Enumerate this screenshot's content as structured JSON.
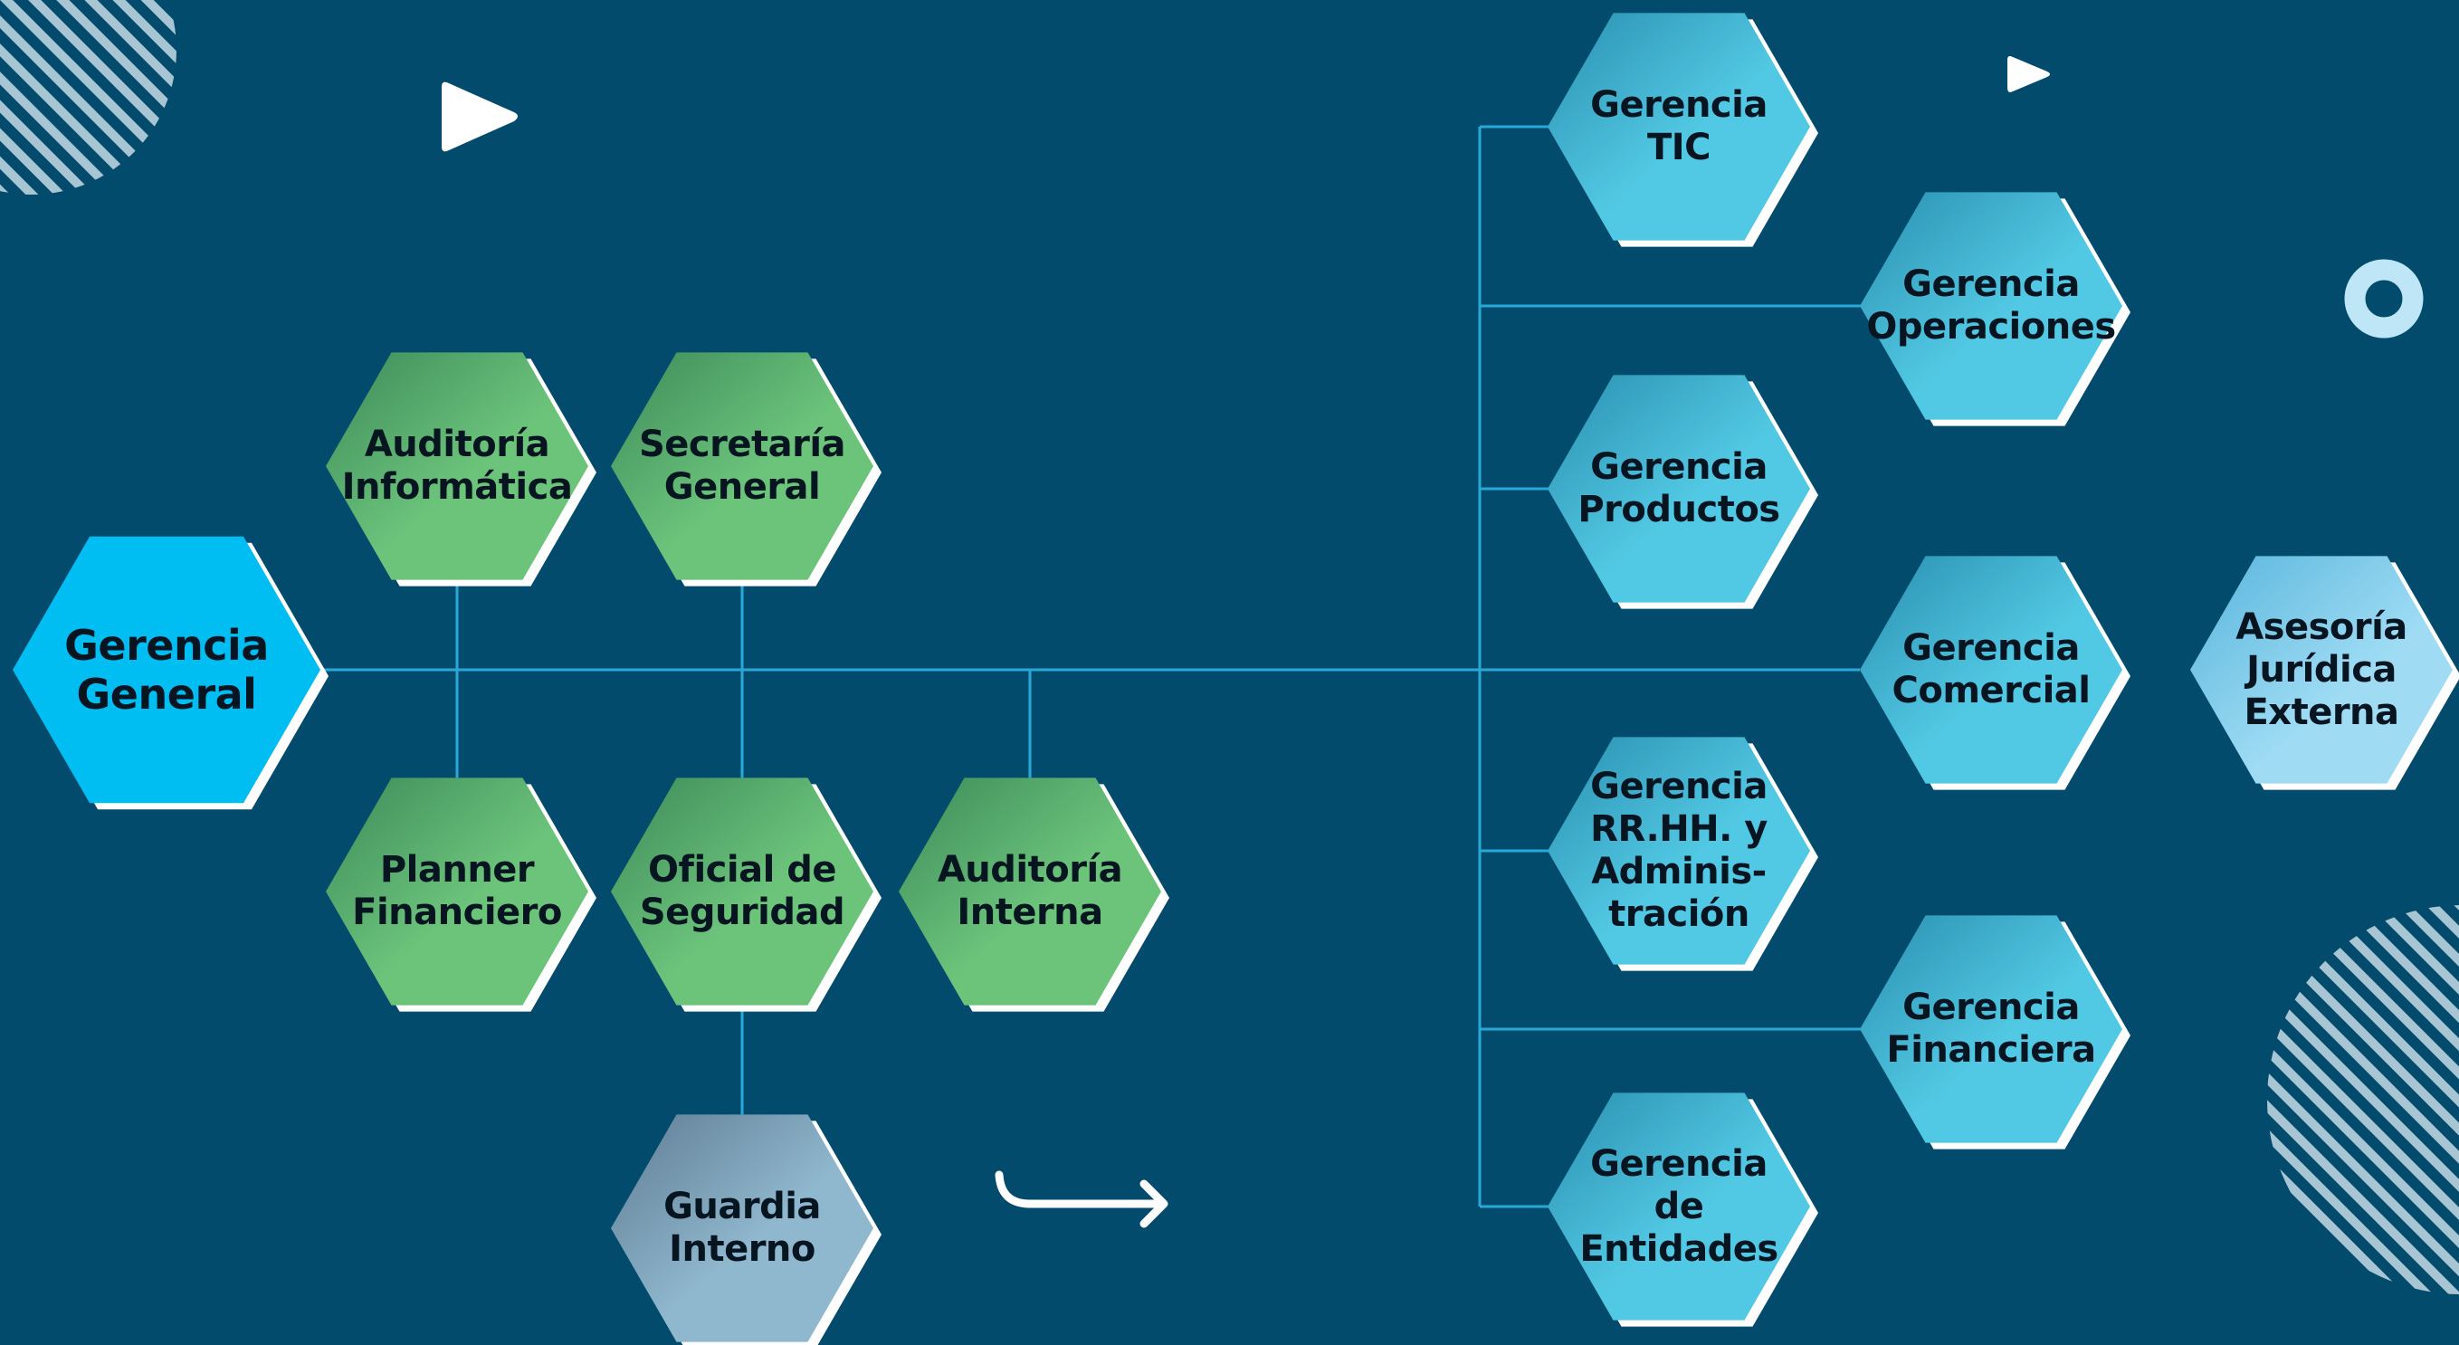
{
  "colors": {
    "background": "#034b6c",
    "connector": "#29a8d8",
    "shadow": "#ffffff",
    "general": "#00bdf2",
    "green_dark": "#3d8a5a",
    "green_light": "#6cc47b",
    "blue_dark": "#2a8fb0",
    "blue_light": "#52c9e4",
    "gray_dark": "#5f7c93",
    "gray_light": "#8fb7cd",
    "external_dark": "#58b5dc",
    "external_light": "#9fdcf4",
    "decoration": "#ffffff",
    "stripes": "#a8c5d3",
    "ring": "#bfe6f7"
  },
  "nodes": [
    {
      "id": "gerencia-general",
      "lines": [
        "Gerencia",
        "General"
      ],
      "style": "general"
    },
    {
      "id": "auditoria-informatica",
      "lines": [
        "Auditoría",
        "Informática"
      ],
      "style": "green"
    },
    {
      "id": "secretaria-general",
      "lines": [
        "Secretaría",
        "General"
      ],
      "style": "green"
    },
    {
      "id": "planner-financiero",
      "lines": [
        "Planner",
        "Financiero"
      ],
      "style": "green"
    },
    {
      "id": "oficial-de-seguridad",
      "lines": [
        "Oficial de",
        "Seguridad"
      ],
      "style": "green"
    },
    {
      "id": "auditoria-interna",
      "lines": [
        "Auditoría",
        "Interna"
      ],
      "style": "green"
    },
    {
      "id": "guardia-interno",
      "lines": [
        "Guardia",
        "Interno"
      ],
      "style": "gray"
    },
    {
      "id": "gerencia-tic",
      "lines": [
        "Gerencia",
        "TIC"
      ],
      "style": "blue"
    },
    {
      "id": "gerencia-operaciones",
      "lines": [
        "Gerencia",
        "Operaciones"
      ],
      "style": "blue"
    },
    {
      "id": "gerencia-productos",
      "lines": [
        "Gerencia",
        "Productos"
      ],
      "style": "blue"
    },
    {
      "id": "gerencia-comercial",
      "lines": [
        "Gerencia",
        "Comercial"
      ],
      "style": "blue"
    },
    {
      "id": "gerencia-rrhh",
      "lines": [
        "Gerencia",
        "RR.HH. y",
        "Adminis-",
        "tración"
      ],
      "style": "blue"
    },
    {
      "id": "gerencia-financiera",
      "lines": [
        "Gerencia",
        "Financiera"
      ],
      "style": "blue"
    },
    {
      "id": "gerencia-de-entidades",
      "lines": [
        "Gerencia",
        "de",
        "Entidades"
      ],
      "style": "blue"
    },
    {
      "id": "asesoria-juridica-externa",
      "lines": [
        "Asesoría",
        "Jurídica",
        "Externa"
      ],
      "style": "external"
    }
  ],
  "edges": [
    [
      "gerencia-general",
      "gerencia-comercial"
    ],
    [
      "gerencia-general",
      "auditoria-informatica"
    ],
    [
      "gerencia-general",
      "planner-financiero"
    ],
    [
      "gerencia-general",
      "secretaria-general"
    ],
    [
      "gerencia-general",
      "oficial-de-seguridad"
    ],
    [
      "oficial-de-seguridad",
      "guardia-interno"
    ],
    [
      "gerencia-general",
      "auditoria-interna"
    ],
    [
      "gerencia-general",
      "gerencia-tic"
    ],
    [
      "gerencia-general",
      "gerencia-operaciones"
    ],
    [
      "gerencia-general",
      "gerencia-productos"
    ],
    [
      "gerencia-general",
      "gerencia-rrhh"
    ],
    [
      "gerencia-general",
      "gerencia-financiera"
    ],
    [
      "gerencia-general",
      "gerencia-de-entidades"
    ]
  ]
}
